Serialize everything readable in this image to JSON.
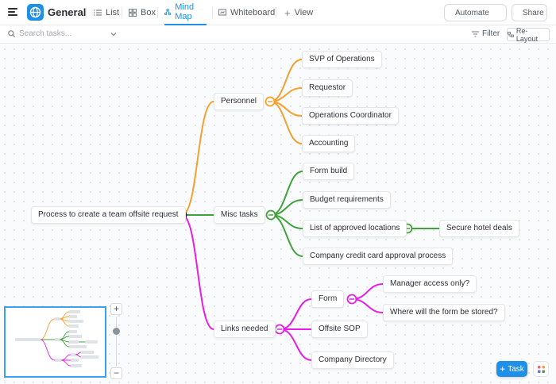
{
  "header": {
    "title": "General",
    "tabs": [
      {
        "label": "List",
        "icon": "list-icon"
      },
      {
        "label": "Box",
        "icon": "box-icon"
      },
      {
        "label": "Mind Map",
        "icon": "mind-map-icon",
        "active": true
      },
      {
        "label": "Whiteboard",
        "icon": "whiteboard-icon"
      }
    ],
    "add_view": "View",
    "automate": "Automate",
    "share": "Share"
  },
  "filterbar": {
    "search_placeholder": "Search tasks...",
    "filter": "Filter",
    "relayout": "Re-Layout"
  },
  "mindmap": {
    "root": "Process to create a team offsite request",
    "branches": [
      {
        "label": "Personnel",
        "color": "#f5a031",
        "children": [
          "SVP of Operations",
          "Requestor",
          "Operations Coordinator",
          "Accounting"
        ]
      },
      {
        "label": "Misc tasks",
        "color": "#3fa33b",
        "children": [
          "Form build",
          "Budget requirements",
          "List of approved locations",
          "Company credit card approval process"
        ],
        "grandchild": "Secure hotel deals"
      },
      {
        "label": "Links needed",
        "color": "#e61ee6",
        "children": [
          "Form",
          "Offsite SOP",
          "Company Directory"
        ],
        "form_children": [
          "Manager access only?",
          "Where will the form be stored?"
        ]
      }
    ]
  },
  "zoom": {
    "in": "+",
    "out": "−"
  },
  "fab": {
    "task": "Task"
  }
}
